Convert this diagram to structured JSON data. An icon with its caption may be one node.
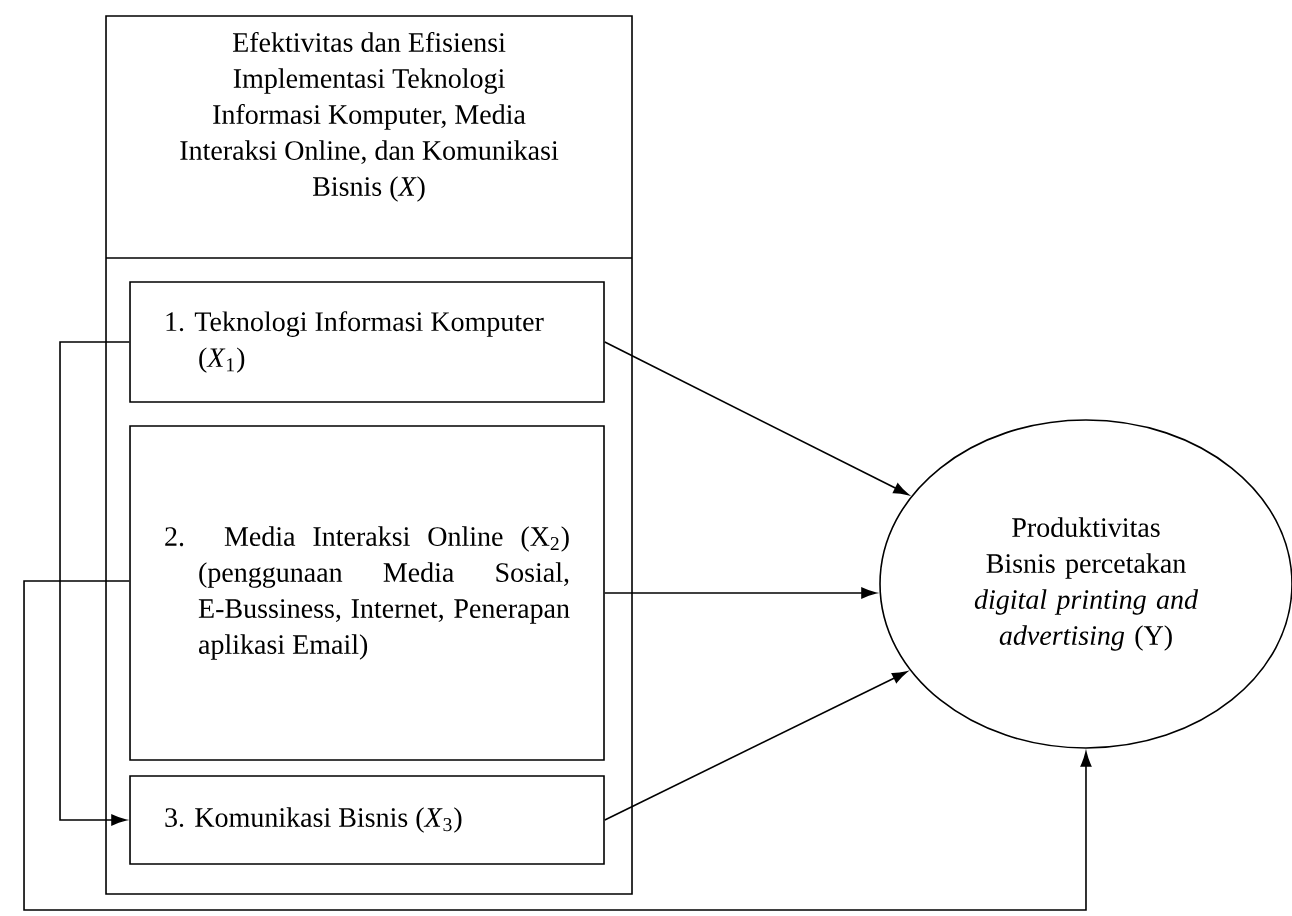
{
  "diagram": {
    "nodes": [
      {
        "text": [
          "Efektivitas dan Efisiensi Implementasi Teknologi Informasi Komputer, Media Interaksi Online, dan Komunikasi Bisnis (*X*)"
        ]
      },
      {
        "text": [
          "1. Teknologi Informasi Komputer (*X*$_{1}$)"
        ],
        "in": 0
      },
      {
        "text": [
          "2. Media Interaksi Online (X$_{2}$) (penggunaan Media Sosial, E-Bussiness, Internet, Penerapan aplikasi Email)"
        ],
        "in": 0
      },
      {
        "text": [
          "3. Komunikasi Bisnis (*X*$_{3}$)"
        ],
        "in": 0
      },
      {
        "text": [
          "Produktivitas Bisnis percetakan *digital printing and advertising* (Y)"
        ]
      }
    ],
    "edges": [
      {
        "from": 1,
        "to": 4,
        "arrow": "to"
      },
      {
        "from": 2,
        "to": 4,
        "arrow": "to"
      },
      {
        "from": 3,
        "to": 4,
        "arrow": "to"
      },
      {
        "from": 1,
        "to": 3,
        "arrow": "to"
      },
      {
        "from": 2,
        "to": 4,
        "arrow": "to"
      }
    ]
  }
}
